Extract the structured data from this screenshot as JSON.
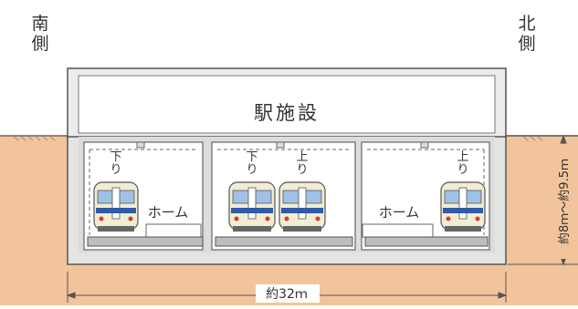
{
  "labels": {
    "south_side": "南側",
    "north_side": "北側",
    "station_facilities": "駅施設",
    "platform": "ホーム",
    "down": "下り",
    "up": "上り",
    "width": "約32ｍ",
    "depth": "約8ｍ～約9.5ｍ"
  },
  "colors": {
    "soil": "#f2c49b",
    "soil_hatch": "#9a8a7a",
    "concrete": "#e6e6e6",
    "outline": "#555555",
    "train_body": "#f2ecd2",
    "train_window": "#9fc1e6",
    "train_stripe": "#2f5aa6",
    "train_lamp": "#d04030"
  },
  "trains": [
    {
      "direction": "down",
      "label_key": "down"
    },
    {
      "direction": "down",
      "label_key": "down"
    },
    {
      "direction": "up",
      "label_key": "up"
    },
    {
      "direction": "up",
      "label_key": "up"
    }
  ]
}
